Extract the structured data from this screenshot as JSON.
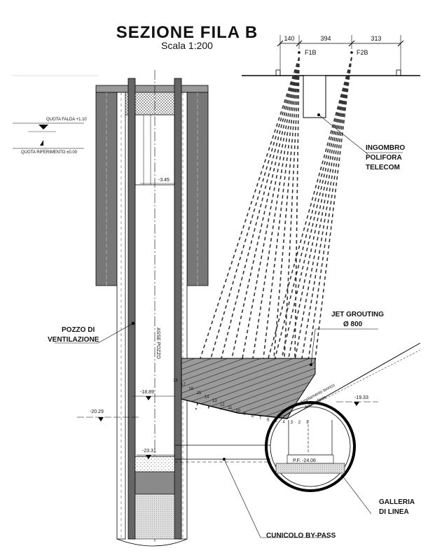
{
  "title": "SEZIONE FILA B",
  "scale": "Scala 1:200",
  "dimensions": {
    "d1": "140",
    "d2": "394",
    "d3": "313"
  },
  "columns": {
    "f1": "F1B",
    "f2": "F2B"
  },
  "levels": {
    "falda": "QUOTA FALDA +1.10",
    "riferimento": "QUOTA RIFERIMENTO ±0.00",
    "l1": "-3.45",
    "l2": "-18.89",
    "l3": "-20.29",
    "l4": "-19.33",
    "l5": "-23.31",
    "pf": "P.F. -24.06"
  },
  "labels": {
    "polifora": [
      "INGOMBRO",
      "POLIFORA",
      "TELECOM"
    ],
    "jet": [
      "JET GROUTING",
      "Ø 800"
    ],
    "pozzo": [
      "POZZO DI",
      "VENTILAZIONE"
    ],
    "asse": "ASSE POZZO",
    "galleria": [
      "GALLERIA",
      "DI LINEA"
    ],
    "cunicolo": "CUNICOLO BY-PASS",
    "ampliamento": [
      "Ampliamento teorico",
      "della galleria"
    ]
  },
  "column_numbers": [
    "18",
    "17",
    "16",
    "15",
    "14",
    "13",
    "12",
    "11",
    "10",
    "9",
    "8",
    "7",
    "6",
    "5",
    "4",
    "3",
    "2",
    "1"
  ]
}
